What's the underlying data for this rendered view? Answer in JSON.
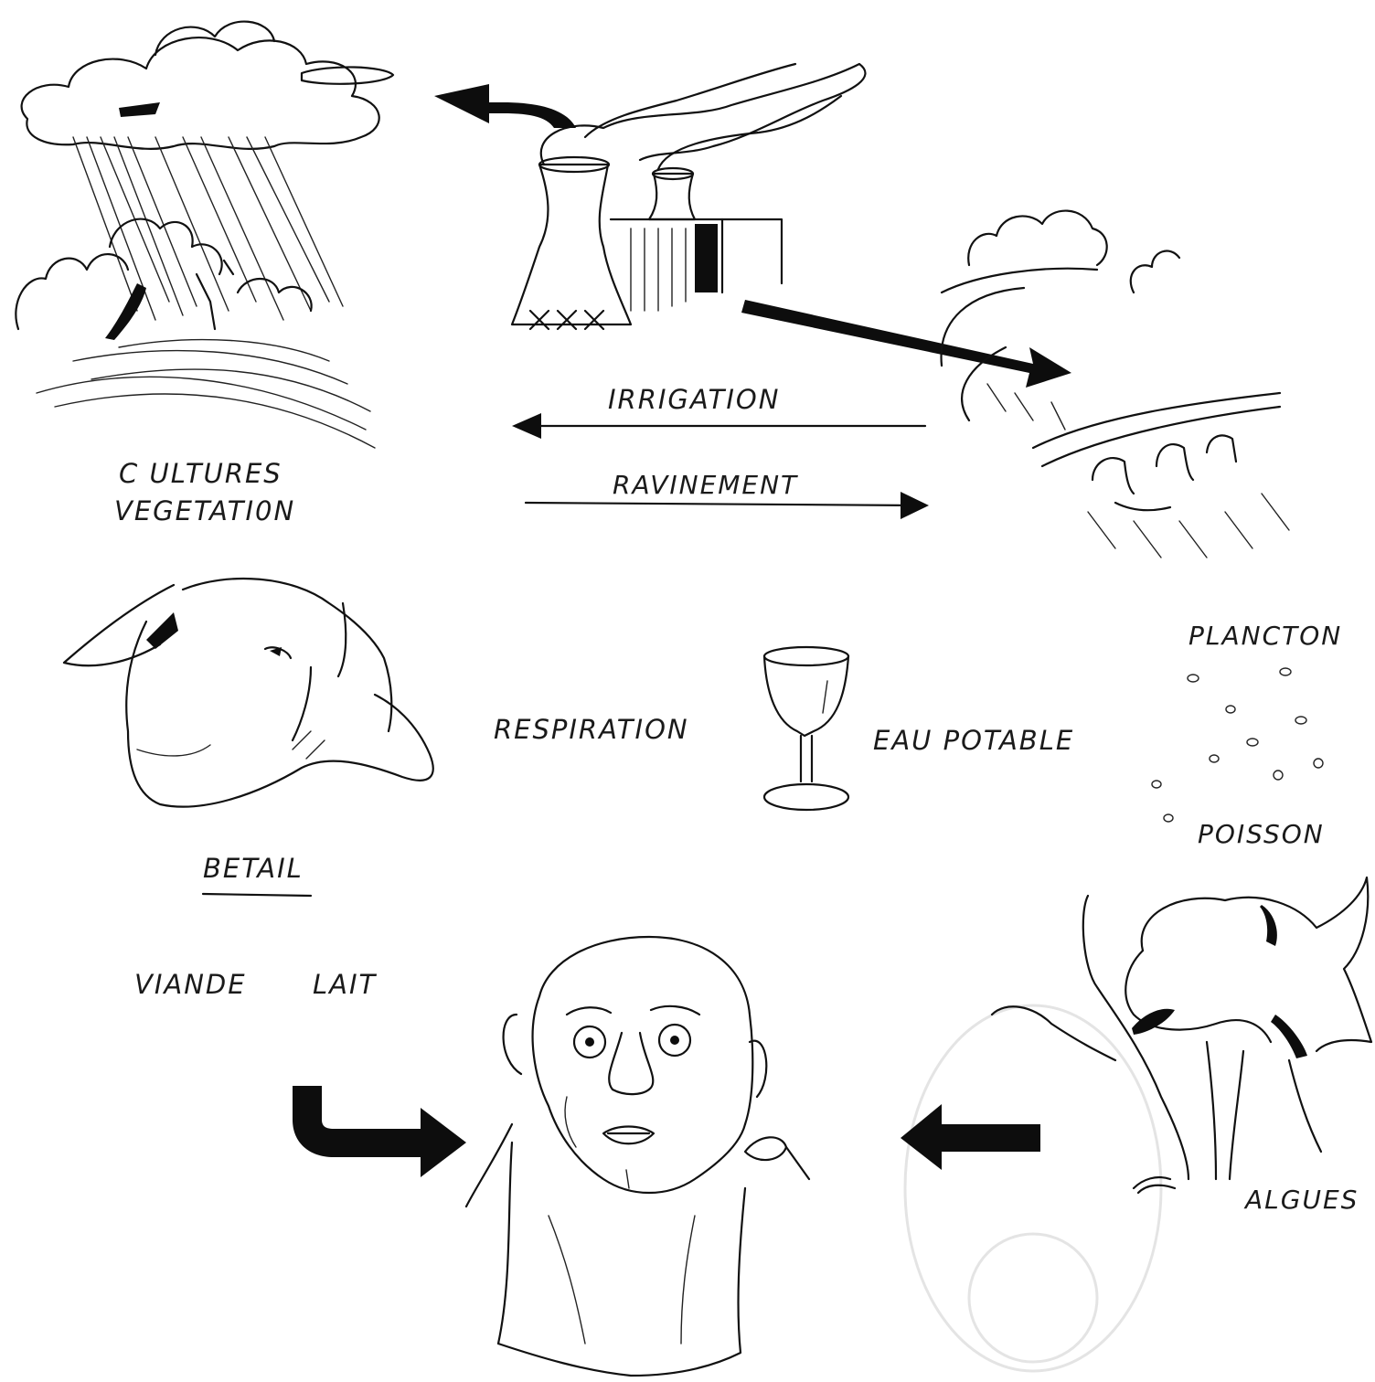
{
  "labels": {
    "irrigation": "IRRIGATION",
    "ravinement": "RAVINEMENT",
    "cultures": "C ULTURES",
    "vegetation": "VEGETATI0N",
    "respiration": "RESPIRATION",
    "eau_potable": "EAU POTABLE",
    "plancton": "PLANCTON",
    "poisson": "POISSON",
    "betail": "BETAIL",
    "viande": "VIANDE",
    "lait": "LAIT",
    "algues": "ALGUES"
  },
  "illustrations": [
    "rain-cloud-crops",
    "power-plant-cooling-towers",
    "river-bridge-landscape",
    "sheep-head",
    "wine-glass",
    "plankton-dots",
    "person-head",
    "fish-seaweed"
  ],
  "colors": {
    "ink": "#111111",
    "paper": "#ffffff"
  }
}
